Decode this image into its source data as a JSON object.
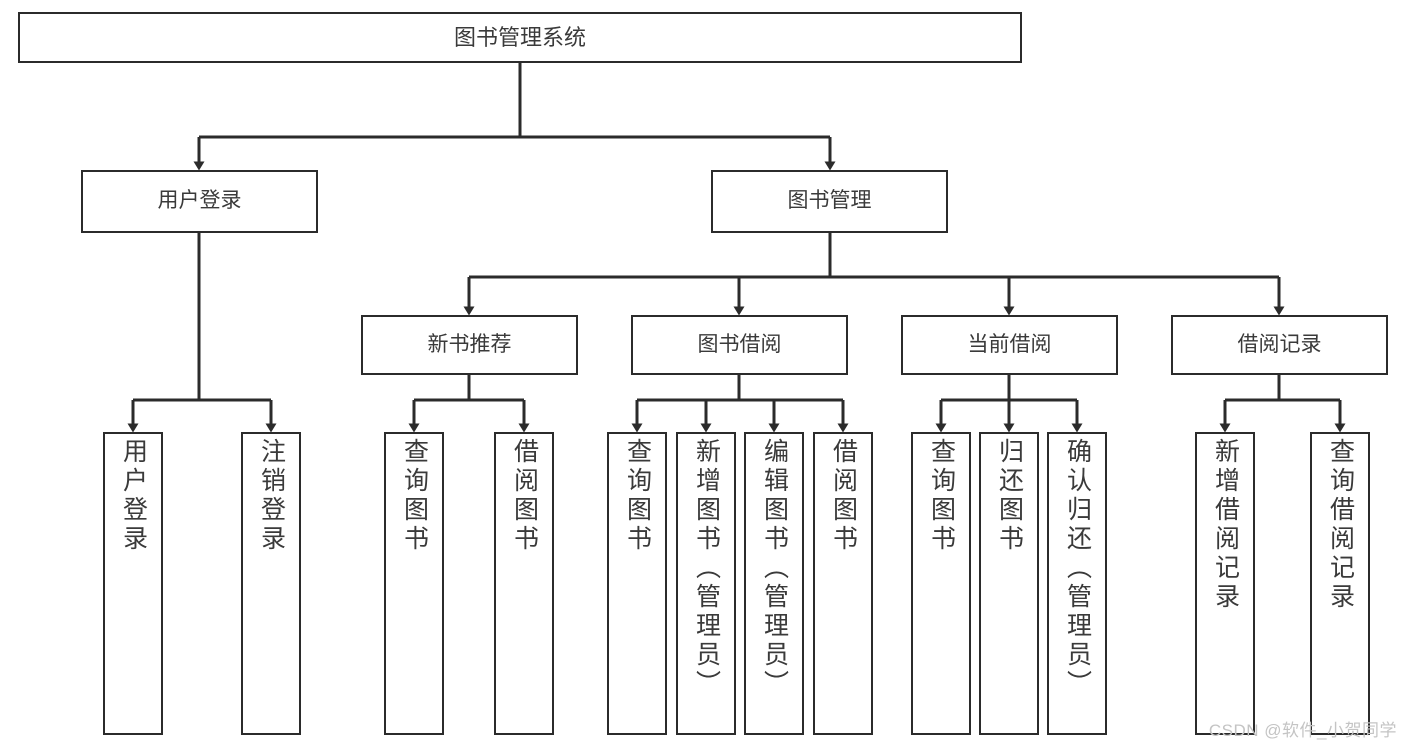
{
  "diagram": {
    "title": "图书管理系统",
    "watermark": "CSDN @软件_小贺同学",
    "type": "tree-hierarchy",
    "colors": {
      "background": "#ffffff",
      "box_border": "#2b2b2b",
      "box_fill": "#ffffff",
      "text": "#3a3a3a",
      "connector": "#2b2b2b",
      "watermark": "#c4c4c4"
    },
    "nodes": {
      "root": {
        "label": "图书管理系统"
      },
      "level1": [
        {
          "label": "用户登录"
        },
        {
          "label": "图书管理"
        }
      ],
      "level2": [
        {
          "label": "新书推荐"
        },
        {
          "label": "图书借阅"
        },
        {
          "label": "当前借阅"
        },
        {
          "label": "借阅记录"
        }
      ],
      "leaves": {
        "user_login": [
          {
            "label": "用户登录"
          },
          {
            "label": "注销登录"
          }
        ],
        "new_book_recommend": [
          {
            "label": "查询图书"
          },
          {
            "label": "借阅图书"
          }
        ],
        "book_borrow": [
          {
            "label": "查询图书"
          },
          {
            "label": "新增图书（管理员）"
          },
          {
            "label": "编辑图书（管理员）"
          },
          {
            "label": "借阅图书"
          }
        ],
        "current_borrow": [
          {
            "label": "查询图书"
          },
          {
            "label": "归还图书"
          },
          {
            "label": "确认归还（管理员）"
          }
        ],
        "borrow_record": [
          {
            "label": "新增借阅记录"
          },
          {
            "label": "查询借阅记录"
          }
        ]
      }
    }
  }
}
